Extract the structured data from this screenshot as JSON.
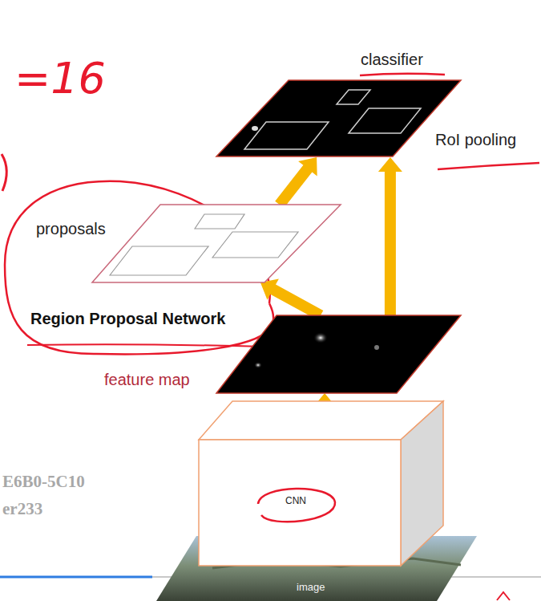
{
  "diagram": {
    "nodes": [
      {
        "text": [
          "RoI pooling"
        ]
      },
      {
        "text": [
          "proposals",
          "Region Proposal Network"
        ]
      },
      {
        "text": [
          "feature map"
        ]
      },
      {
        "text": [
          "CNN"
        ]
      },
      {
        "text": [
          "image"
        ]
      }
    ],
    "edges": [
      {
        "from": 3,
        "to": 2,
        "arrow": "to"
      },
      {
        "from": 2,
        "to": 1,
        "arrow": "to"
      },
      {
        "from": 2,
        "to": 0,
        "arrow": "to"
      },
      {
        "from": 1,
        "to": 0,
        "arrow": "to"
      }
    ],
    "labels": [
      "=16",
      "classifier",
      "E6B0-5C10",
      "er233"
    ]
  }
}
